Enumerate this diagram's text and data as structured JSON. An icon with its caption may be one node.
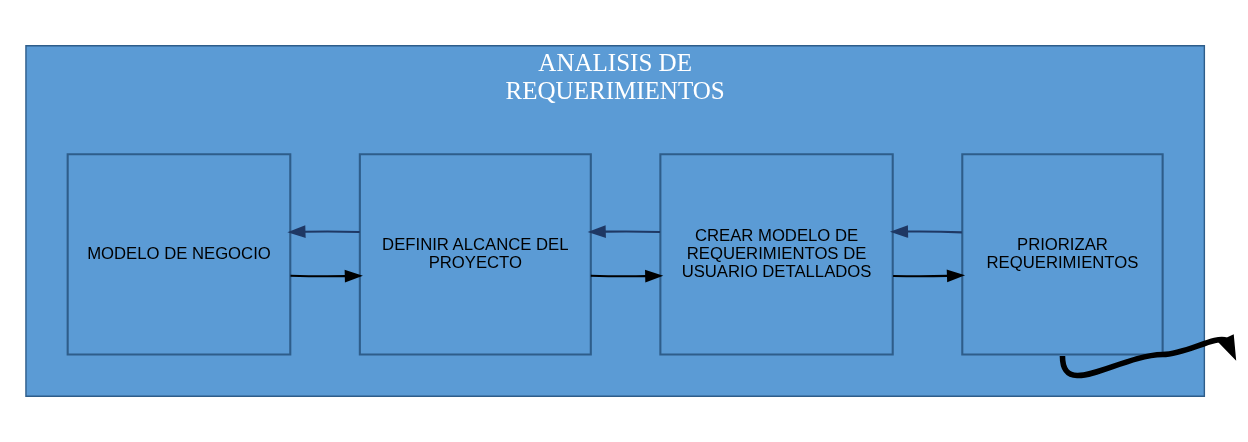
{
  "diagram": {
    "nodes": [
      {
        "text": [
          "ANALISIS DE REQUERIMIENTOS"
        ]
      },
      {
        "text": [
          "MODELO DE NEGOCIO"
        ],
        "in": 0
      },
      {
        "text": [
          "DEFINIR ALCANCE DEL PROYECTO"
        ],
        "in": 0
      },
      {
        "text": [
          "CREAR MODELO DE REQUERIMIENTOS DE USUARIO DETALLADOS"
        ],
        "in": 0
      },
      {
        "text": [
          "PRIORIZAR REQUERIMIENTOS"
        ],
        "in": 0
      }
    ],
    "edges": [
      {
        "from": 1,
        "to": 2,
        "arrow": "to"
      },
      {
        "from": 2,
        "to": 3,
        "arrow": "to"
      },
      {
        "from": 3,
        "to": 4,
        "arrow": "to"
      },
      {
        "from": 3,
        "to": 2,
        "arrow": "to",
        "color": "#1f3864"
      },
      {
        "from": 2,
        "to": 1,
        "arrow": "to",
        "color": "#1f3864"
      },
      {
        "from": 4,
        "to": 3,
        "arrow": "to",
        "color": "#1f3864"
      },
      {
        "from": 4,
        "to": null,
        "arrow": "to",
        "style": "thick"
      }
    ]
  }
}
